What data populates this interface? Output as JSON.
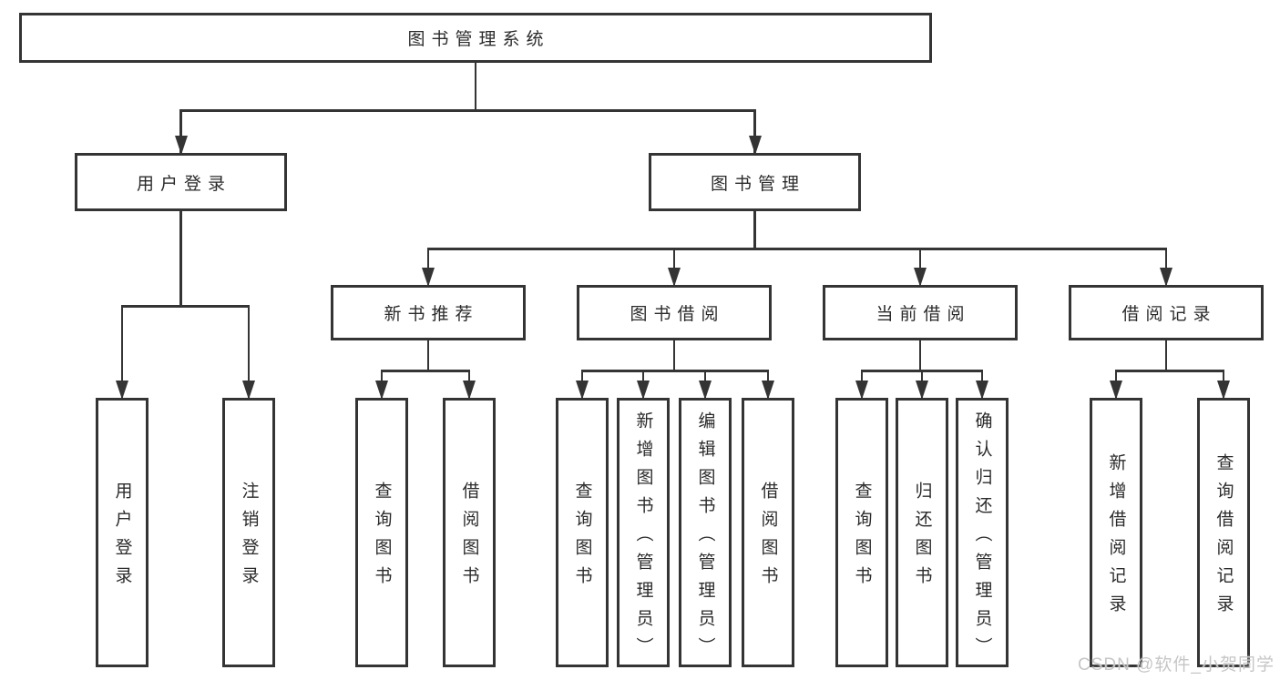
{
  "diagram": {
    "watermark": "CSDN @软件_小贺同学",
    "colors": {
      "line": "#343434",
      "text": "#2b2b2b",
      "background": "#ffffff",
      "watermark": "#c6c6c6"
    },
    "nodes": [
      {
        "id": "root",
        "label": "图书管理系统",
        "children": [
          "user-login",
          "book-mgmt"
        ]
      },
      {
        "id": "user-login",
        "label": "用户登录",
        "children": [
          "login",
          "logout"
        ]
      },
      {
        "id": "book-mgmt",
        "label": "图书管理",
        "children": [
          "new-book-rec",
          "book-borrow",
          "current-borrow",
          "borrow-records"
        ]
      },
      {
        "id": "login",
        "label": "用户登录",
        "children": []
      },
      {
        "id": "logout",
        "label": "注销登录",
        "children": []
      },
      {
        "id": "new-book-rec",
        "label": "新书推荐",
        "children": [
          "nbr-query",
          "nbr-borrow"
        ]
      },
      {
        "id": "book-borrow",
        "label": "图书借阅",
        "children": [
          "bb-query",
          "bb-add",
          "bb-edit",
          "bb-borrow"
        ]
      },
      {
        "id": "current-borrow",
        "label": "当前借阅",
        "children": [
          "cb-query",
          "cb-return",
          "cb-confirm"
        ]
      },
      {
        "id": "borrow-records",
        "label": "借阅记录",
        "children": [
          "br-add",
          "br-query"
        ]
      },
      {
        "id": "nbr-query",
        "label": "查询图书",
        "children": []
      },
      {
        "id": "nbr-borrow",
        "label": "借阅图书",
        "children": []
      },
      {
        "id": "bb-query",
        "label": "查询图书",
        "children": []
      },
      {
        "id": "bb-add",
        "label": "新增图书（管理员）",
        "children": []
      },
      {
        "id": "bb-edit",
        "label": "编辑图书（管理员）",
        "children": []
      },
      {
        "id": "bb-borrow",
        "label": "借阅图书",
        "children": []
      },
      {
        "id": "cb-query",
        "label": "查询图书",
        "children": []
      },
      {
        "id": "cb-return",
        "label": "归还图书",
        "children": []
      },
      {
        "id": "cb-confirm",
        "label": "确认归还（管理员）",
        "children": []
      },
      {
        "id": "br-add",
        "label": "新增借阅记录",
        "children": []
      },
      {
        "id": "br-query",
        "label": "查询借阅记录",
        "children": []
      }
    ]
  }
}
